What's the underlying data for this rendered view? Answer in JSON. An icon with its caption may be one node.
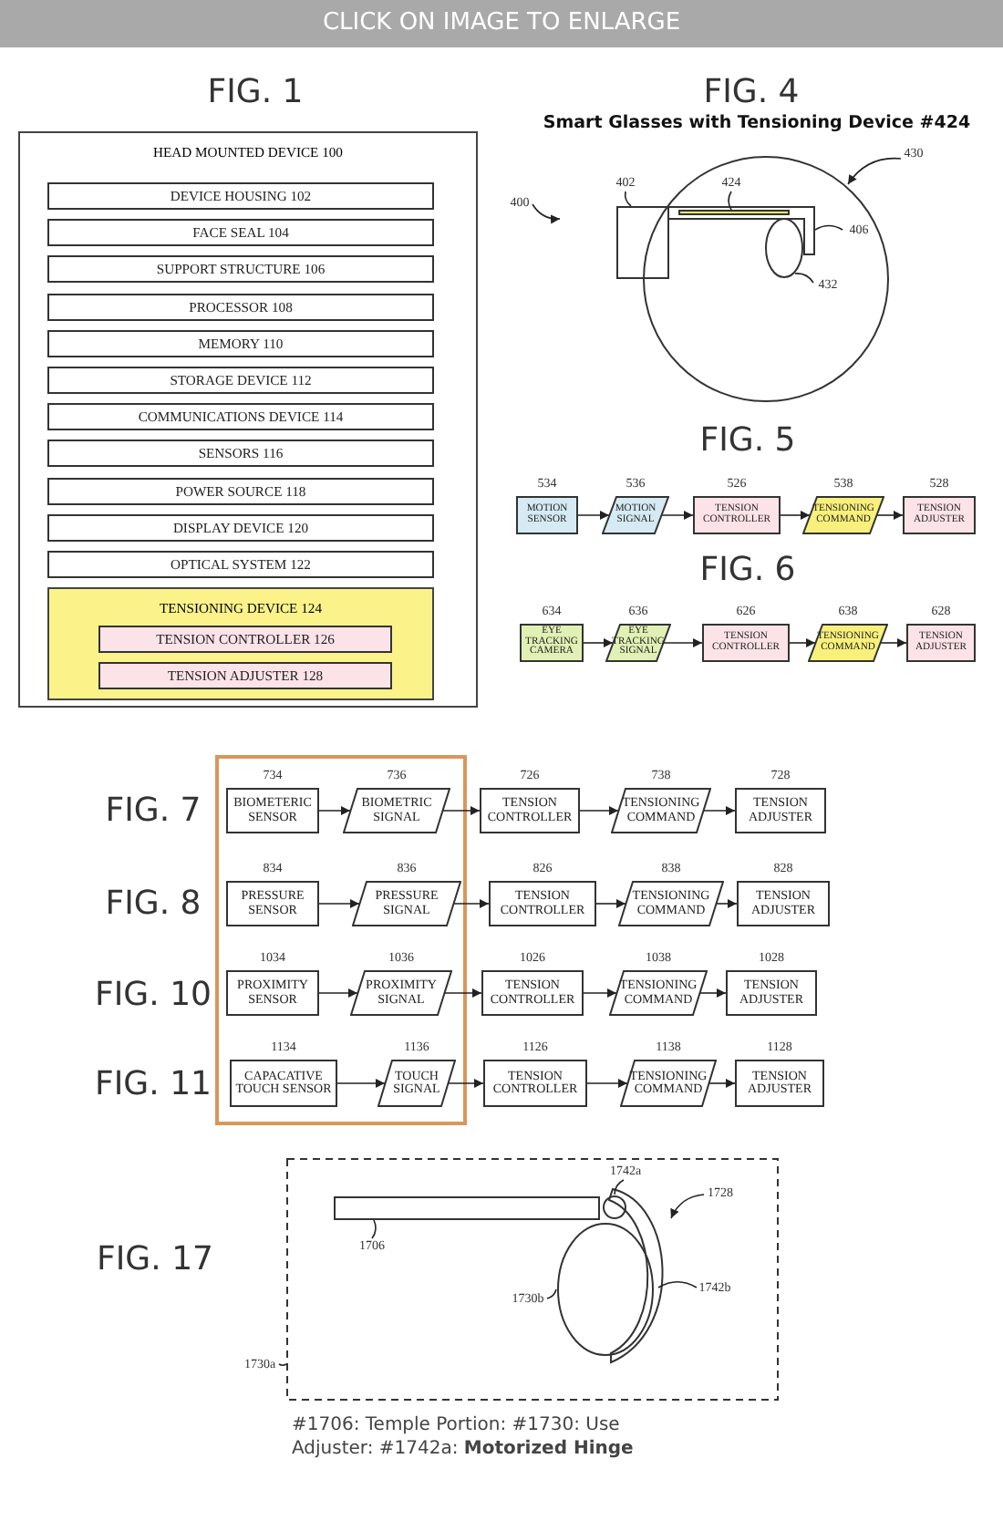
{
  "diagram": {
    "nodes": [
      {
        "text": [
          "HEAD MOUNTED DEVICE 100"
        ]
      },
      {
        "text": [
          "DEVICE HOUSING 102"
        ],
        "in": 0
      },
      {
        "text": [
          "FACE SEAL 104"
        ],
        "in": 0
      },
      {
        "text": [
          "SUPPORT STRUCTURE 106"
        ],
        "in": 0
      },
      {
        "text": [
          "PROCESSOR 108"
        ],
        "in": 0
      },
      {
        "text": [
          "MEMORY 110"
        ],
        "in": 0
      },
      {
        "text": [
          "STORAGE DEVICE 112"
        ],
        "in": 0
      },
      {
        "text": [
          "COMMUNICATIONS DEVICE 114"
        ],
        "in": 0
      },
      {
        "text": [
          "SENSORS 116"
        ],
        "in": 0
      },
      {
        "text": [
          "POWER SOURCE 118"
        ],
        "in": 0
      },
      {
        "text": [
          "DISPLAY DEVICE 120"
        ],
        "in": 0
      },
      {
        "text": [
          "OPTICAL SYSTEM 122"
        ],
        "in": 0
      },
      {
        "text": [
          "TENSIONING DEVICE 124"
        ],
        "in": 0
      },
      {
        "text": [
          "TENSION CONTROLLER 126"
        ],
        "in": 12
      },
      {
        "text": [
          "TENSION ADJUSTER 128"
        ],
        "in": 12
      },
      {
        "text": [],
        "shape": "circle"
      },
      {
        "text": [
          "400"
        ]
      },
      {
        "text": [
          "402"
        ]
      },
      {
        "text": [
          "424"
        ],
        "in": 15
      },
      {
        "text": [
          "430"
        ]
      },
      {
        "text": [
          "406"
        ],
        "in": 15
      },
      {
        "text": [
          "432"
        ],
        "in": 15
      },
      {
        "text": [],
        "shape": "box"
      },
      {
        "text": [],
        "shape": "bracket",
        "in": 15
      },
      {
        "text": [],
        "shape": "bar",
        "in": 23
      },
      {
        "text": [],
        "shape": "ellipse",
        "in": 15
      },
      {
        "text": [
          "MOTION SENSOR"
        ],
        "beside": [
          "534"
        ]
      },
      {
        "text": [
          "MOTION SIGNAL"
        ],
        "beside": [
          "536"
        ]
      },
      {
        "text": [
          "TENSION CONTROLLER"
        ],
        "beside": [
          "526"
        ]
      },
      {
        "text": [
          "TENSIONING COMMAND"
        ],
        "beside": [
          "538"
        ]
      },
      {
        "text": [
          "TENSION ADJUSTER"
        ],
        "beside": [
          "528"
        ]
      },
      {
        "text": [
          "EYE TRACKING CAMERA"
        ],
        "beside": [
          "634"
        ]
      },
      {
        "text": [
          "EYE TRACKING SIGNAL"
        ],
        "beside": [
          "636"
        ]
      },
      {
        "text": [
          "TENSION CONTROLLER"
        ],
        "beside": [
          "626"
        ]
      },
      {
        "text": [
          "TENSIONING COMMAND"
        ],
        "beside": [
          "638"
        ]
      },
      {
        "text": [
          "TENSION ADJUSTER"
        ],
        "beside": [
          "628"
        ]
      },
      {
        "text": [],
        "shape": "box"
      },
      {
        "text": [
          "BIOMETERIC SENSOR"
        ],
        "beside": [
          "734"
        ],
        "in": 36
      },
      {
        "text": [
          "BIOMETRIC SIGNAL"
        ],
        "beside": [
          "736"
        ],
        "in": 36
      },
      {
        "text": [
          "TENSION CONTROLLER"
        ],
        "beside": [
          "726"
        ]
      },
      {
        "text": [
          "TENSIONING COMMAND"
        ],
        "beside": [
          "738"
        ]
      },
      {
        "text": [
          "TENSION ADJUSTER"
        ],
        "beside": [
          "728"
        ]
      },
      {
        "text": [
          "PRESSURE SENSOR"
        ],
        "beside": [
          "834"
        ],
        "in": 36
      },
      {
        "text": [
          "PRESSURE SIGNAL"
        ],
        "beside": [
          "836"
        ],
        "in": 36
      },
      {
        "text": [
          "TENSION CONTROLLER"
        ],
        "beside": [
          "826"
        ]
      },
      {
        "text": [
          "TENSIONING COMMAND"
        ],
        "beside": [
          "838"
        ]
      },
      {
        "text": [
          "TENSION ADJUSTER"
        ],
        "beside": [
          "828"
        ]
      },
      {
        "text": [
          "PROXIMITY SENSOR"
        ],
        "beside": [
          "1034"
        ],
        "in": 36
      },
      {
        "text": [
          "PROXIMITY SIGNAL"
        ],
        "beside": [
          "1036"
        ],
        "in": 36
      },
      {
        "text": [
          "TENSION CONTROLLER"
        ],
        "beside": [
          "1026"
        ]
      },
      {
        "text": [
          "TENSIONING COMMAND"
        ],
        "beside": [
          "1038"
        ]
      },
      {
        "text": [
          "TENSION ADJUSTER"
        ],
        "beside": [
          "1028"
        ]
      },
      {
        "text": [
          "CAPACATIVE TOUCH SENSOR"
        ],
        "beside": [
          "1134"
        ],
        "in": 36
      },
      {
        "text": [
          "TOUCH SIGNAL"
        ],
        "beside": [
          "1136"
        ],
        "in": 36
      },
      {
        "text": [
          "TENSION CONTROLLER"
        ],
        "beside": [
          "1126"
        ]
      },
      {
        "text": [
          "TENSIONING COMMAND"
        ],
        "beside": [
          "1138"
        ]
      },
      {
        "text": [
          "TENSION ADJUSTER"
        ],
        "beside": [
          "1128"
        ]
      },
      {
        "text": [],
        "shape": "box"
      },
      {
        "text": [
          "1742a"
        ],
        "in": 57
      },
      {
        "text": [
          "1728"
        ],
        "in": 57
      },
      {
        "text": [
          "1706"
        ],
        "in": 57
      },
      {
        "text": [
          "1730b"
        ],
        "in": 57
      },
      {
        "text": [
          "1742b"
        ],
        "in": 57
      },
      {
        "text": [
          "1730a"
        ]
      },
      {
        "text": [],
        "shape": "bar",
        "in": 57
      },
      {
        "text": [],
        "shape": "circle",
        "in": 57
      },
      {
        "text": [],
        "shape": "arc",
        "in": 57
      },
      {
        "text": [],
        "shape": "ellipse",
        "in": 57
      }
    ],
    "edges": [
      {
        "from": 17,
        "to": 22,
        "arrow": "none"
      },
      {
        "from": 18,
        "to": 24,
        "arrow": "none"
      },
      {
        "from": 19,
        "to": 15,
        "arrow": "to"
      },
      {
        "from": 20,
        "to": 23,
        "arrow": "none"
      },
      {
        "from": 21,
        "to": 25,
        "arrow": "none"
      },
      {
        "from": 16,
        "to": null,
        "arrow": "to"
      },
      {
        "from": 26,
        "to": 27,
        "arrow": "to"
      },
      {
        "from": 27,
        "to": 28,
        "arrow": "to"
      },
      {
        "from": 28,
        "to": 29,
        "arrow": "to"
      },
      {
        "from": 29,
        "to": 30,
        "arrow": "to"
      },
      {
        "from": 31,
        "to": 32,
        "arrow": "to"
      },
      {
        "from": 32,
        "to": 33,
        "arrow": "to"
      },
      {
        "from": 33,
        "to": 34,
        "arrow": "to"
      },
      {
        "from": 34,
        "to": 35,
        "arrow": "to"
      },
      {
        "from": 37,
        "to": 38,
        "arrow": "to"
      },
      {
        "from": 38,
        "to": 39,
        "arrow": "to"
      },
      {
        "from": 39,
        "to": 40,
        "arrow": "to"
      },
      {
        "from": 40,
        "to": 41,
        "arrow": "to"
      },
      {
        "from": 42,
        "to": 43,
        "arrow": "to"
      },
      {
        "from": 43,
        "to": 44,
        "arrow": "to"
      },
      {
        "from": 44,
        "to": 45,
        "arrow": "to"
      },
      {
        "from": 45,
        "to": 46,
        "arrow": "to"
      },
      {
        "from": 47,
        "to": 48,
        "arrow": "to"
      },
      {
        "from": 48,
        "to": 49,
        "arrow": "to"
      },
      {
        "from": 49,
        "to": 50,
        "arrow": "to"
      },
      {
        "from": 50,
        "to": 51,
        "arrow": "to"
      },
      {
        "from": 52,
        "to": 53,
        "arrow": "to"
      },
      {
        "from": 53,
        "to": 54,
        "arrow": "to"
      },
      {
        "from": 54,
        "to": 55,
        "arrow": "to"
      },
      {
        "from": 55,
        "to": 56,
        "arrow": "to"
      },
      {
        "from": 58,
        "to": 65,
        "arrow": "none"
      },
      {
        "from": 59,
        "to": null,
        "arrow": "to"
      },
      {
        "from": 60,
        "to": 64,
        "arrow": "none"
      },
      {
        "from": 61,
        "to": 67,
        "arrow": "none"
      },
      {
        "from": 62,
        "to": 66,
        "arrow": "none"
      },
      {
        "from": 63,
        "to": 57,
        "arrow": "none"
      }
    ],
    "labels": [
      "CLICK ON IMAGE TO ENLARGE",
      "FIG. 1",
      "FIG. 4",
      "Smart Glasses with Tensioning Device #424",
      "FIG. 5",
      "FIG. 6",
      "FIG. 7",
      "FIG. 8",
      "FIG. 10",
      "FIG. 11",
      "FIG. 17",
      "#1706: Temple Portion: #1730: Use",
      "Adjuster: #1742a: **Motorized Hinge**"
    ]
  }
}
